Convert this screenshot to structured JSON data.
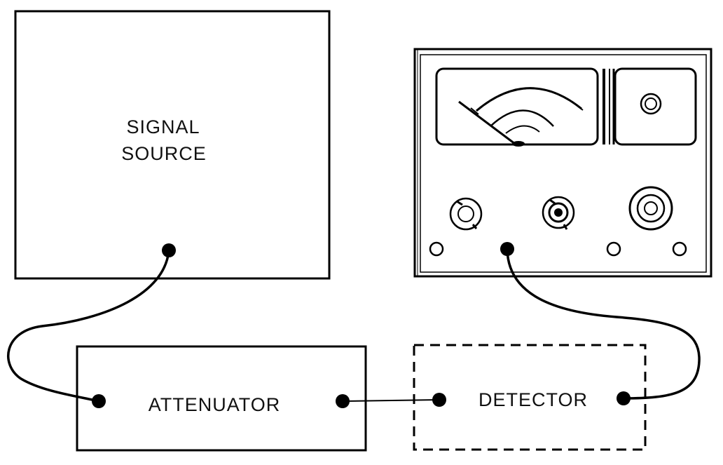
{
  "signal_source": {
    "line1": "SIGNAL",
    "line2": "SOURCE"
  },
  "attenuator": {
    "label": "ATTENUATOR"
  },
  "detector": {
    "label": "DETECTOR"
  },
  "colors": {
    "ink": "#000000",
    "background": "#ffffff"
  }
}
